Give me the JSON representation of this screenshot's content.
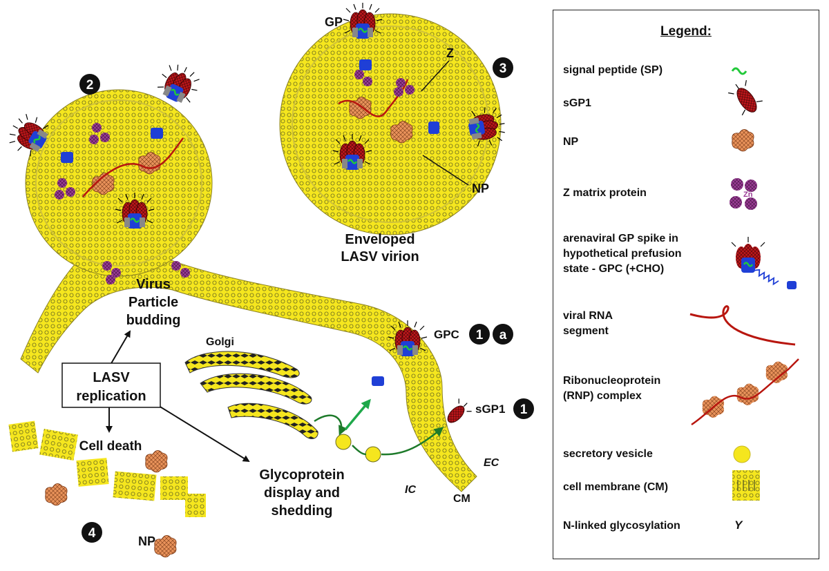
{
  "labels": {
    "gp": "GP",
    "z": "Z",
    "np_virion": "NP",
    "virion_caption_1": "Enveloped",
    "virion_caption_2": "LASV virion",
    "budding_1": "Virus",
    "budding_2": "Particle",
    "budding_3": "budding",
    "replication_1": "LASV",
    "replication_2": "replication",
    "golgi": "Golgi",
    "gpc": "GPC",
    "sgp1": "sGP1",
    "cell_death": "Cell death",
    "gp_display_1": "Glycoprotein",
    "gp_display_2": "display and",
    "gp_display_3": "shedding",
    "ec": "EC",
    "ic": "IC",
    "cm": "CM",
    "np_bottom": "NP"
  },
  "markers": {
    "step_2": "2",
    "step_3": "3",
    "step_1a_num": "1",
    "step_1a_letter": "a",
    "step_1": "1",
    "step_4": "4"
  },
  "legend": {
    "title": "Legend:",
    "items": [
      {
        "label": "signal peptide (SP)"
      },
      {
        "label": "sGP1"
      },
      {
        "label": "NP"
      },
      {
        "label": "Z matrix protein",
        "icon_text": "Zn"
      },
      {
        "label": "arenaviral GP spike in\nhypothetical prefusion\nstate - GPC (+CHO)"
      },
      {
        "label": "viral RNA\nsegment"
      },
      {
        "label": "Ribonucleoprotein\n(RNP) complex"
      },
      {
        "label": "secretory vesicle"
      },
      {
        "label": "cell membrane (CM)"
      },
      {
        "label": "N-linked glycosylation",
        "icon_text": "Y"
      }
    ]
  },
  "colors": {
    "membrane": "#f5e61e",
    "membrane_dark": "#6b6b20",
    "sgp1_red": "#c0161b",
    "np_orange": "#e8925a",
    "z_purple": "#9b3c96",
    "gp_blue": "#1f3fd6",
    "signal_green": "#22c93a",
    "rna_red": "#b8160f",
    "arrow_green": "#1fa84a",
    "arrow_green_dark": "#1d7a2a"
  }
}
